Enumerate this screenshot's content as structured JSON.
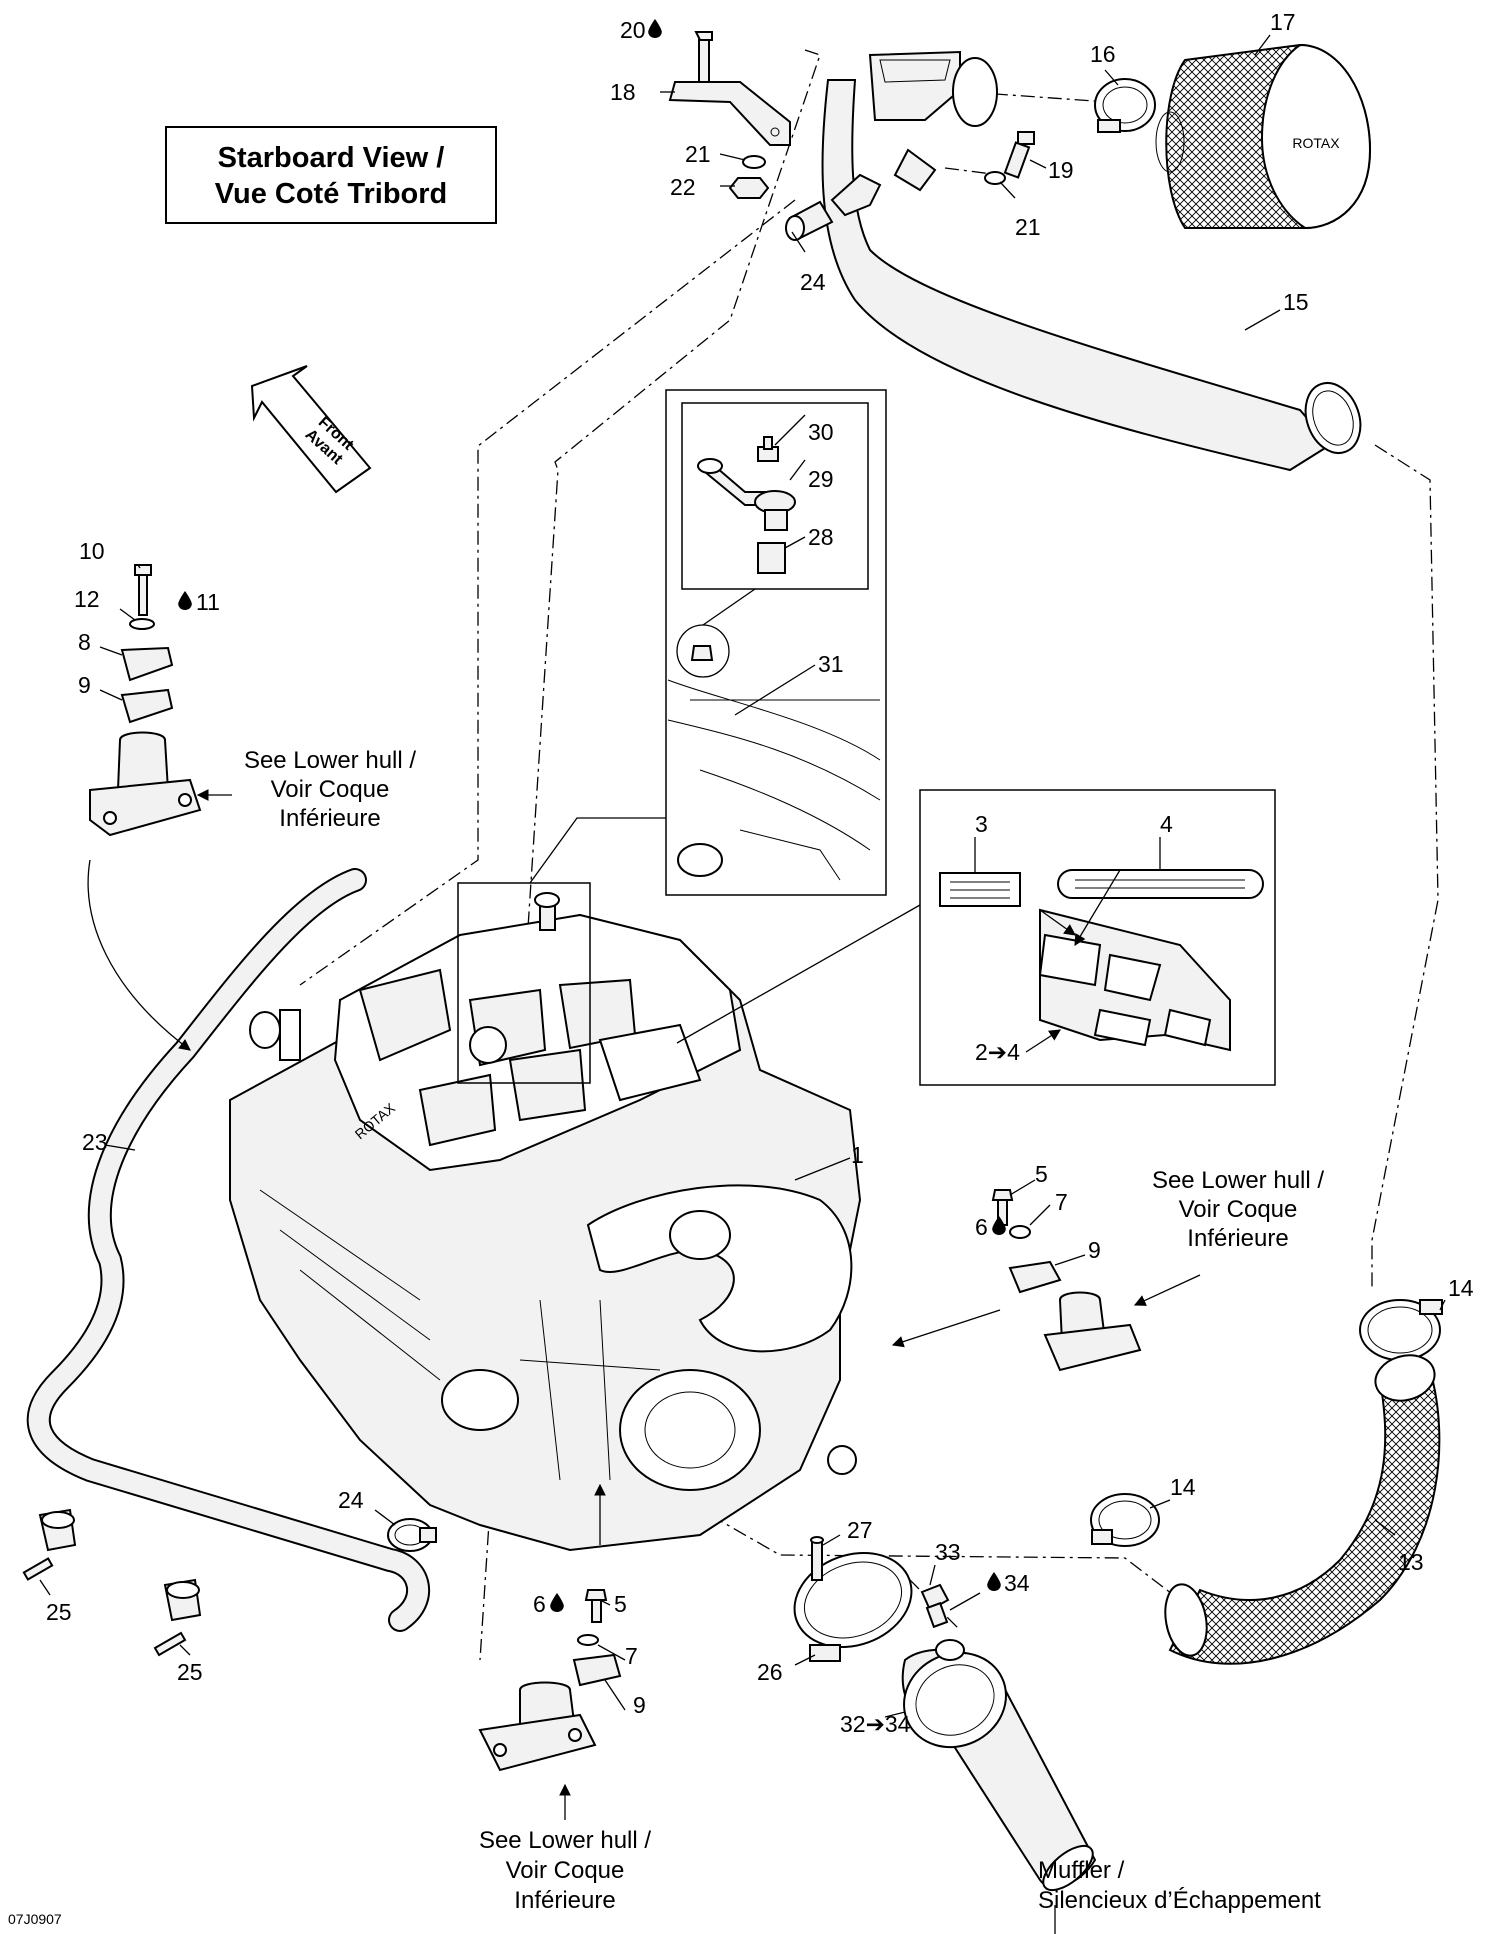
{
  "title_box": {
    "line1": "Starboard View /",
    "line2": "Vue Coté Tribord"
  },
  "front_arrow": {
    "line1": "Front",
    "line2": "Avant"
  },
  "drawing_code": "07J0907",
  "notes": {
    "lower_hull_a": [
      "See Lower hull /",
      "Voir Coque",
      "Inférieure"
    ],
    "lower_hull_b": [
      "See Lower hull /",
      "Voir Coque",
      "Inférieure"
    ],
    "lower_hull_c": [
      "See Lower hull /",
      "Voir Coque",
      "Inférieure"
    ],
    "muffler": [
      "Muffler /",
      "Silencieux d’Échappement"
    ]
  },
  "decals": {
    "rotax_filter": "ROTAX"
  },
  "callouts": {
    "c1": "1",
    "c2_4": "2➔4",
    "c3": "3",
    "c4": "4",
    "c5a": "5",
    "c5b": "5",
    "c6a": "6",
    "c6b": "6",
    "c7a": "7",
    "c7b": "7",
    "c8": "8",
    "c9a": "9",
    "c9b": "9",
    "c9c": "9",
    "c10": "10",
    "c11": "11",
    "c12": "12",
    "c13": "13",
    "c14a": "14",
    "c14b": "14",
    "c15": "15",
    "c16": "16",
    "c17": "17",
    "c18": "18",
    "c19": "19",
    "c20": "20",
    "c21a": "21",
    "c21b": "21",
    "c22": "22",
    "c23": "23",
    "c24a": "24",
    "c24b": "24",
    "c25a": "25",
    "c25b": "25",
    "c26": "26",
    "c27": "27",
    "c28": "28",
    "c29": "29",
    "c30": "30",
    "c31": "31",
    "c32_34": "32➔34",
    "c33": "33",
    "c34": "34"
  },
  "icons": {
    "fluid_drop": "drop-icon",
    "direction": "front-arrow-icon"
  }
}
